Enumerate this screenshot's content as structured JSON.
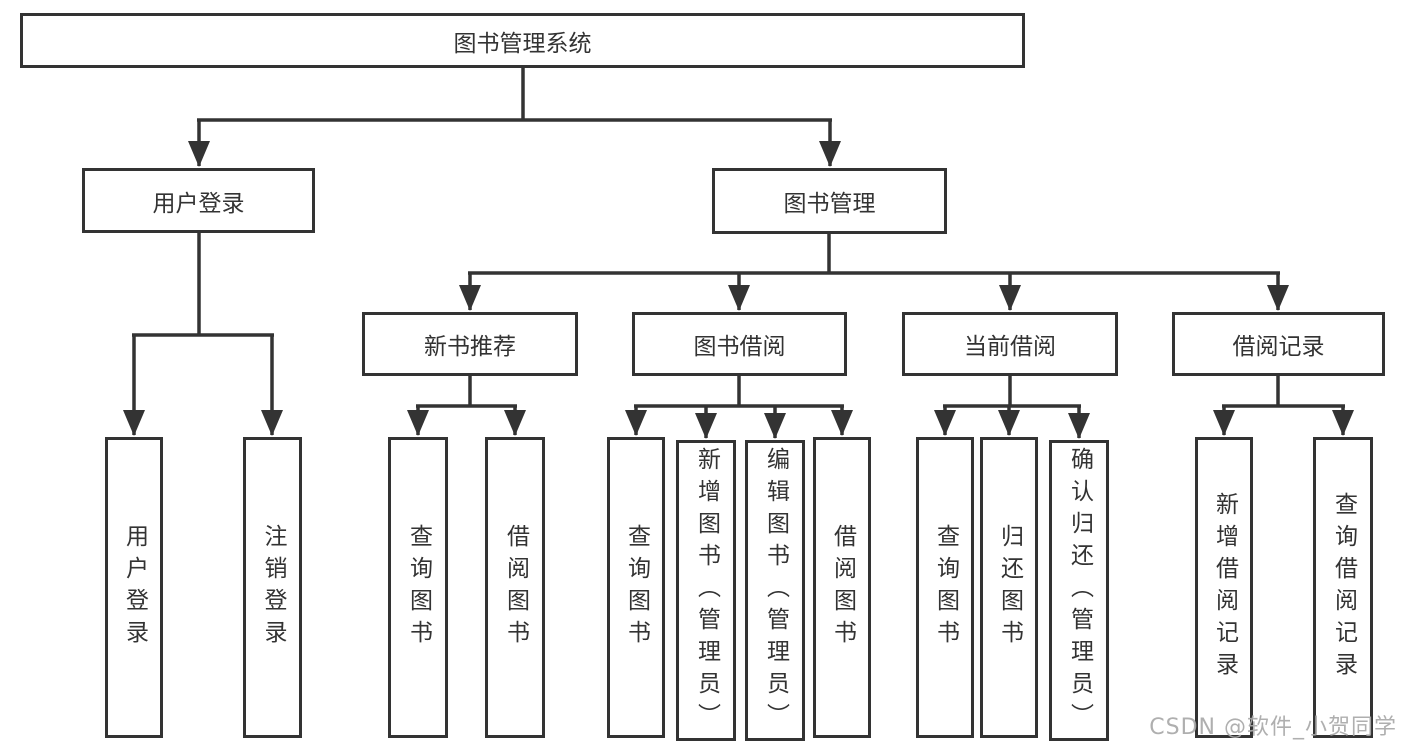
{
  "tree": {
    "root": "图书管理系统",
    "children": [
      {
        "label": "用户登录",
        "children": [
          {
            "label": "用户登录"
          },
          {
            "label": "注销登录"
          }
        ]
      },
      {
        "label": "图书管理",
        "children": [
          {
            "label": "新书推荐",
            "children": [
              {
                "label": "查询图书"
              },
              {
                "label": "借阅图书"
              }
            ]
          },
          {
            "label": "图书借阅",
            "children": [
              {
                "label": "查询图书"
              },
              {
                "label": "新增图书（管理员）"
              },
              {
                "label": "编辑图书（管理员）"
              },
              {
                "label": "借阅图书"
              }
            ]
          },
          {
            "label": "当前借阅",
            "children": [
              {
                "label": "查询图书"
              },
              {
                "label": "归还图书"
              },
              {
                "label": "确认归还（管理员）"
              }
            ]
          },
          {
            "label": "借阅记录",
            "children": [
              {
                "label": "新增借阅记录"
              },
              {
                "label": "查询借阅记录"
              }
            ]
          }
        ]
      }
    ]
  },
  "watermark": {
    "text": "CSDN @软件_小贺同学"
  },
  "colors": {
    "line": "#333333",
    "box_border": "#333333",
    "box_background": "#ffffff",
    "text": "#333333",
    "watermark": "#a8a8a8",
    "page_background": "#ffffff"
  }
}
